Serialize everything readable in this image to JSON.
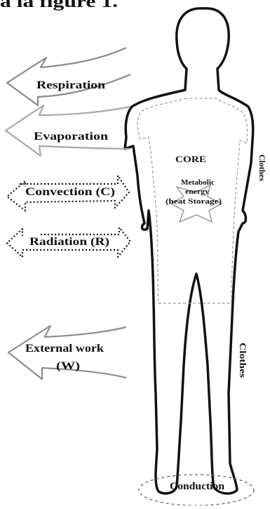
{
  "figure": {
    "caption_fragment": "à la figure 1."
  },
  "flows": {
    "respiration": "Respiration",
    "evaporation": "Evaporation",
    "convection": "Convection (C)",
    "radiation": "Radiation (R)",
    "external_work_line1": "External work",
    "external_work_line2": "(W)",
    "conduction": "Conduction"
  },
  "body": {
    "core": "CORE",
    "metabolic_line1": "Metabolic",
    "metabolic_line2": "energy",
    "metabolic_line3": "(heat Storage)",
    "clothes_upper": "Clothes",
    "clothes_lower": "Clothes"
  },
  "colors": {
    "arrow_respiration": "#8a8a8a",
    "arrow_evaporation": "#a8a8a8",
    "arrow_external": "#8e8e8e",
    "outline": "#111111",
    "core_boundary": "#9a9a9a"
  }
}
